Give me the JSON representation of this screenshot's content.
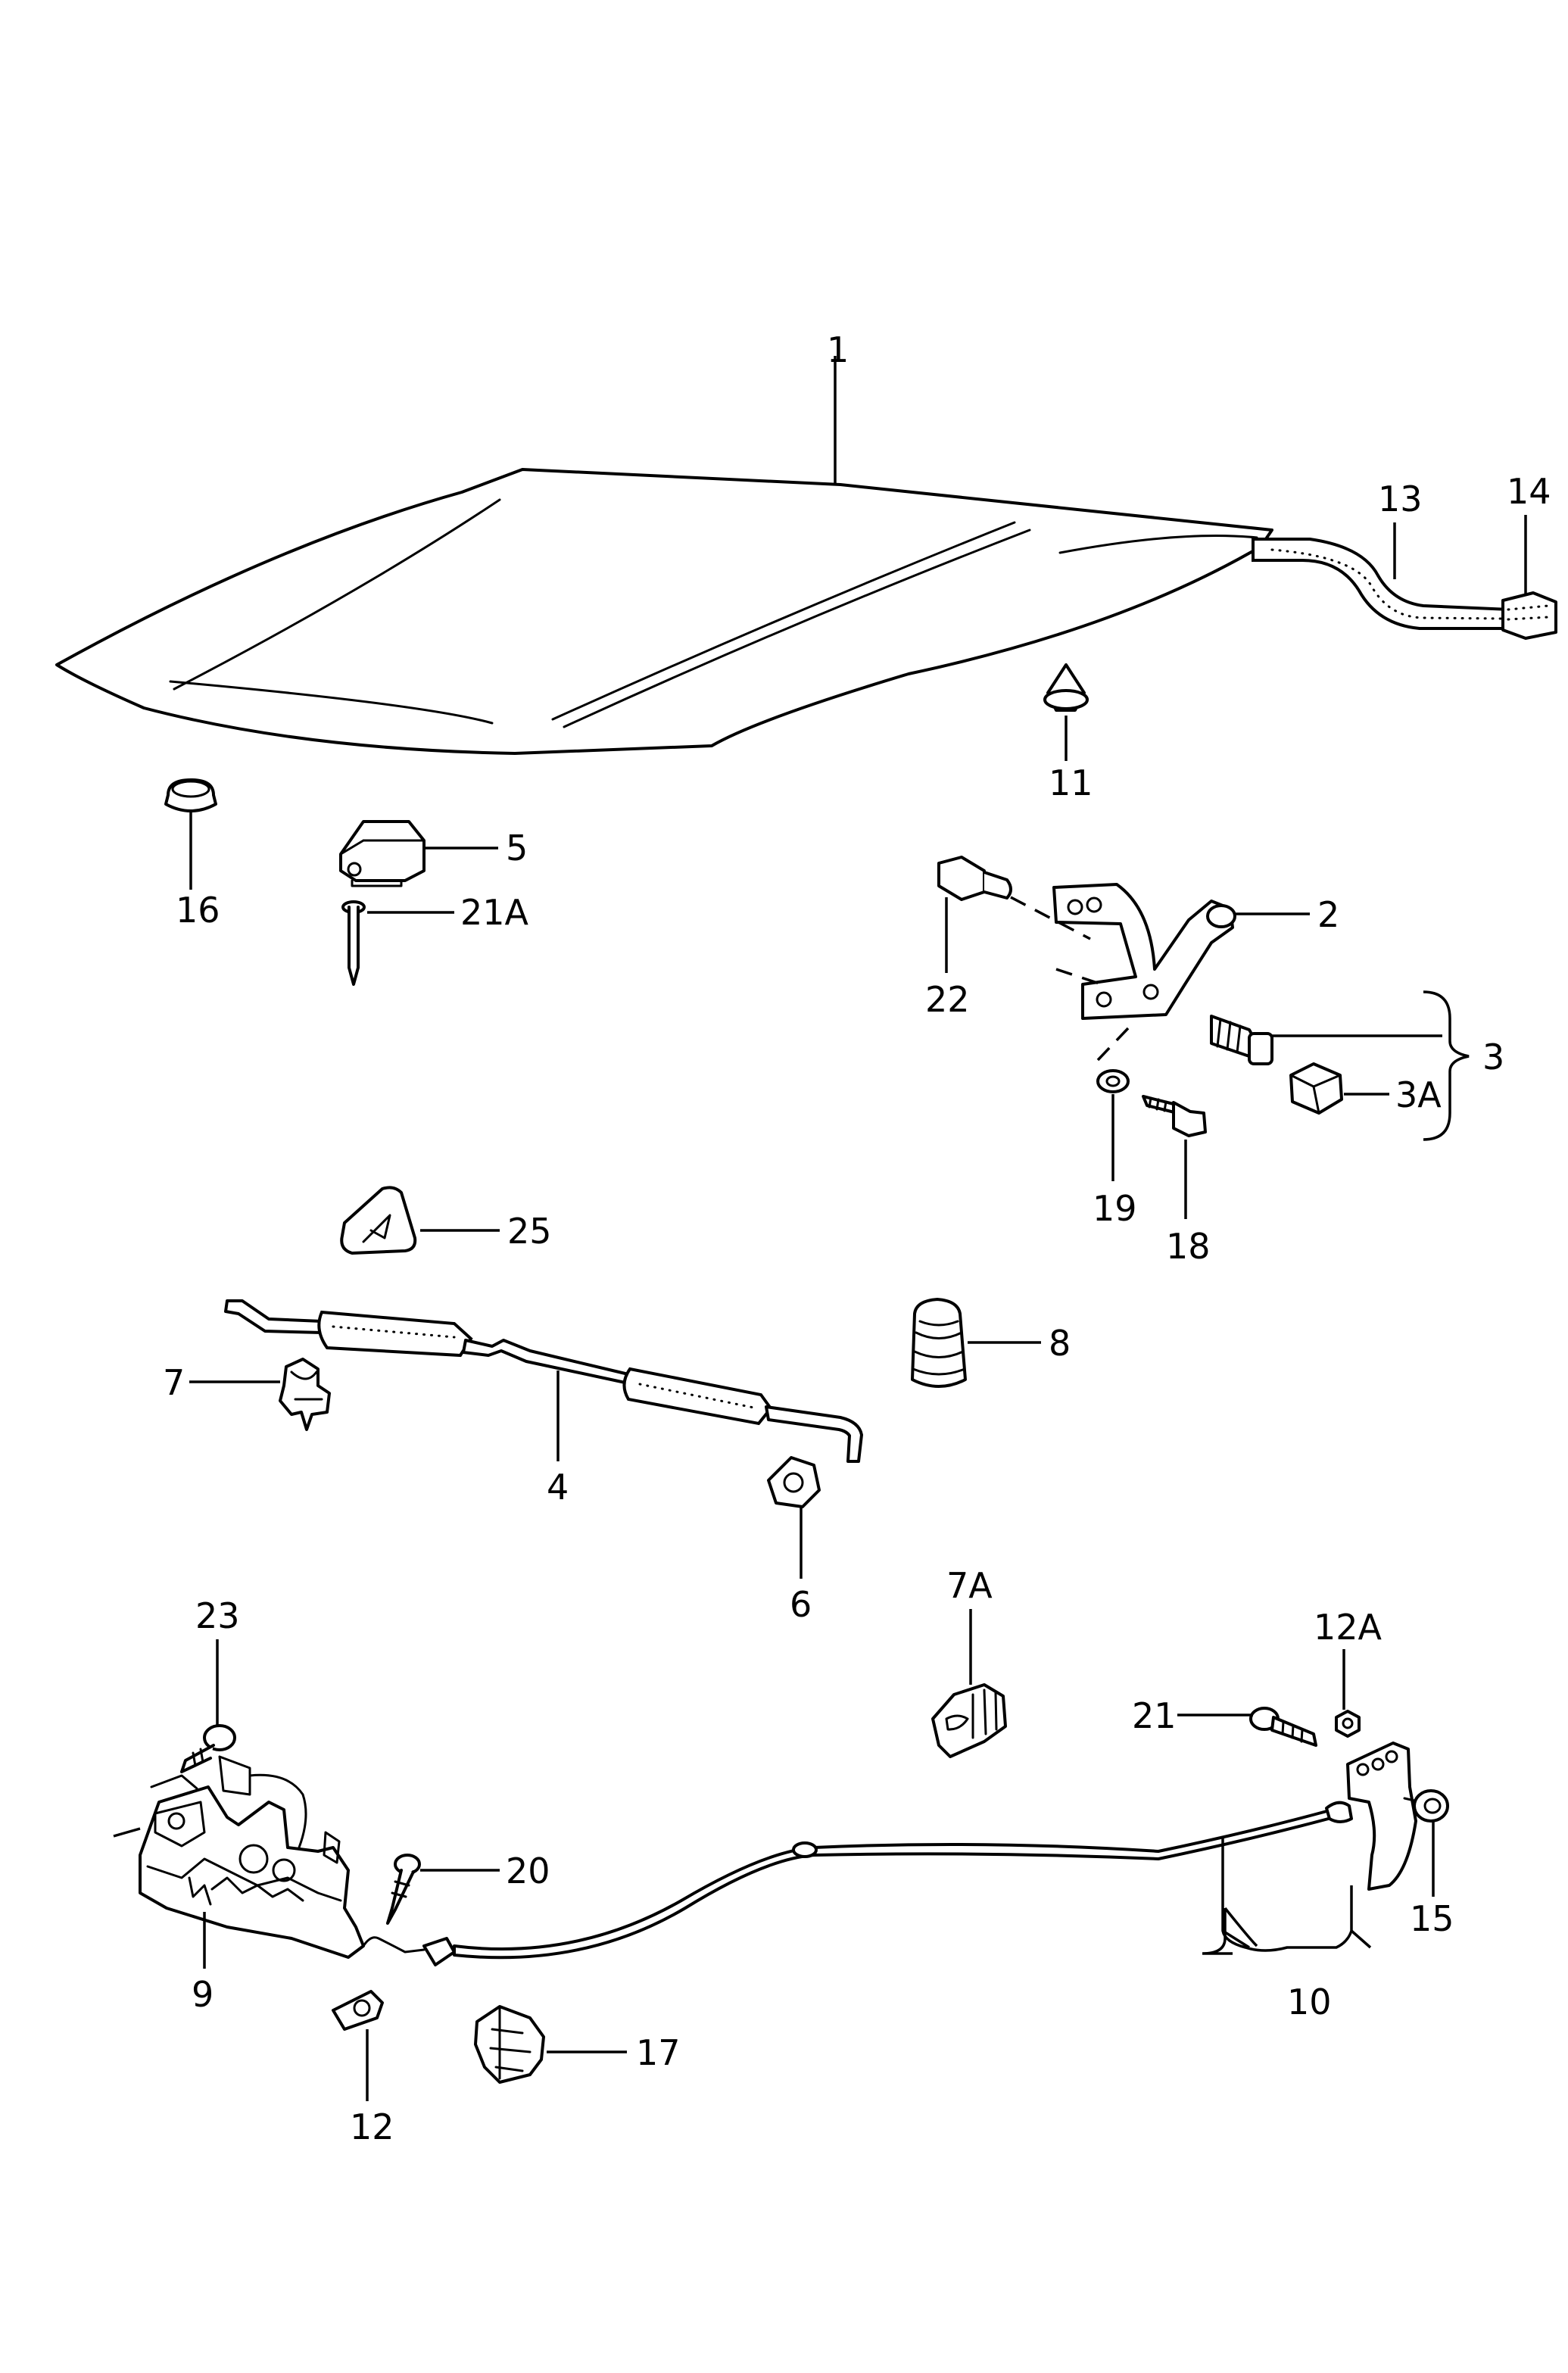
{
  "callouts": {
    "c1": "1",
    "c2": "2",
    "c3": "3",
    "c3a": "3A",
    "c4": "4",
    "c5": "5",
    "c6": "6",
    "c7": "7",
    "c7a": "7A",
    "c8": "8",
    "c9": "9",
    "c10": "10",
    "c11": "11",
    "c12": "12",
    "c12a": "12A",
    "c13": "13",
    "c14": "14",
    "c15": "15",
    "c16": "16",
    "c17": "17",
    "c18": "18",
    "c19": "19",
    "c20": "20",
    "c21": "21",
    "c21a": "21A",
    "c22": "22",
    "c23": "23",
    "c25": "25"
  },
  "colors": {
    "line": "#000000",
    "background": "#ffffff"
  }
}
